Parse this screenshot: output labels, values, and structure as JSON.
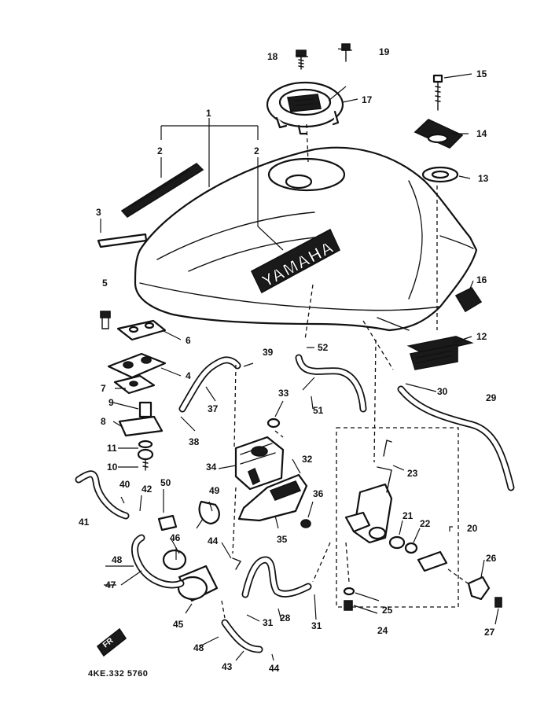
{
  "diagram": {
    "catalog_code": "4KE.332 5760",
    "tank_badge_text": "YAMAHA",
    "front_indicator": "FR",
    "callouts": [
      "1",
      "2",
      "2",
      "3",
      "5",
      "6",
      "4",
      "7",
      "9",
      "8",
      "11",
      "10",
      "12",
      "13",
      "14",
      "15",
      "16",
      "17",
      "18",
      "19",
      "20",
      "21",
      "22",
      "23",
      "24",
      "25",
      "26",
      "27",
      "28",
      "29",
      "30",
      "31",
      "31",
      "32",
      "33",
      "34",
      "35",
      "36",
      "37",
      "38",
      "39",
      "40",
      "41",
      "42",
      "43",
      "44",
      "44",
      "45",
      "46",
      "47",
      "48",
      "48",
      "49",
      "50",
      "51",
      "52"
    ]
  }
}
